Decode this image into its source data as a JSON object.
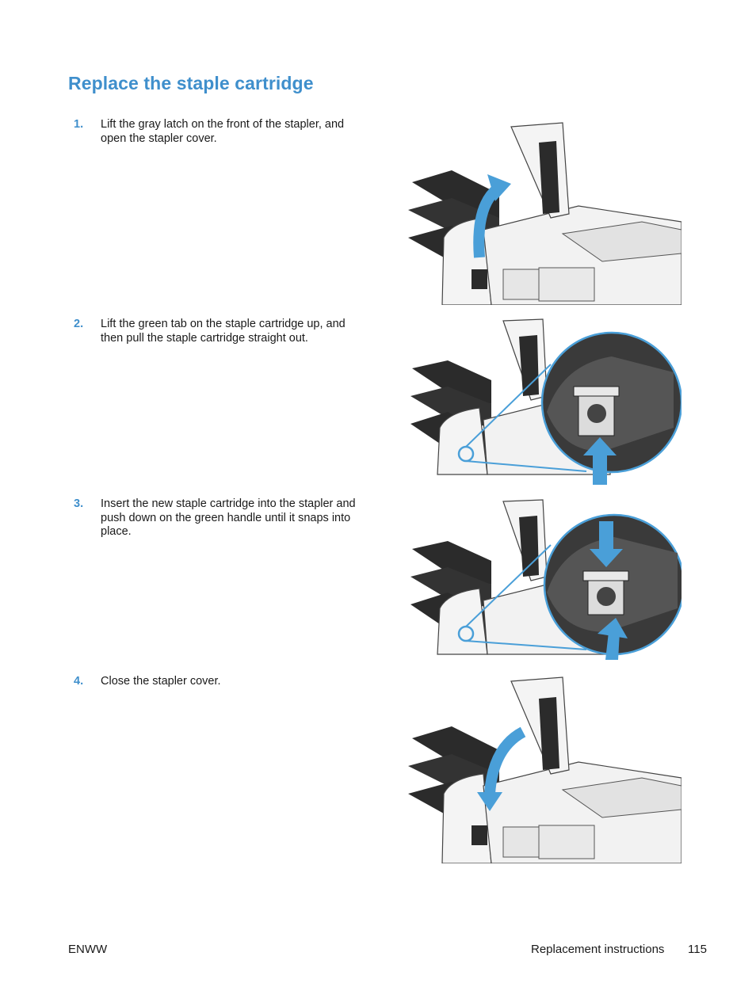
{
  "page": {
    "title": "Replace the staple cartridge"
  },
  "steps": [
    {
      "number": "1.",
      "text": "Lift the gray latch on the front of the stapler, and open the stapler cover."
    },
    {
      "number": "2.",
      "text": "Lift the green tab on the staple cartridge up, and then pull the staple cartridge straight out."
    },
    {
      "number": "3.",
      "text": "Insert the new staple cartridge into the stapler and push down on the green handle until it snaps into place."
    },
    {
      "number": "4.",
      "text": "Close the stapler cover."
    }
  ],
  "footer": {
    "left": "ENWW",
    "section": "Replacement instructions",
    "page_number": "115"
  },
  "colors": {
    "accent": "#3f8fcc",
    "arrow": "#4a9fd8",
    "printer_dark": "#2b2b2b",
    "printer_body": "#f2f2f2"
  }
}
